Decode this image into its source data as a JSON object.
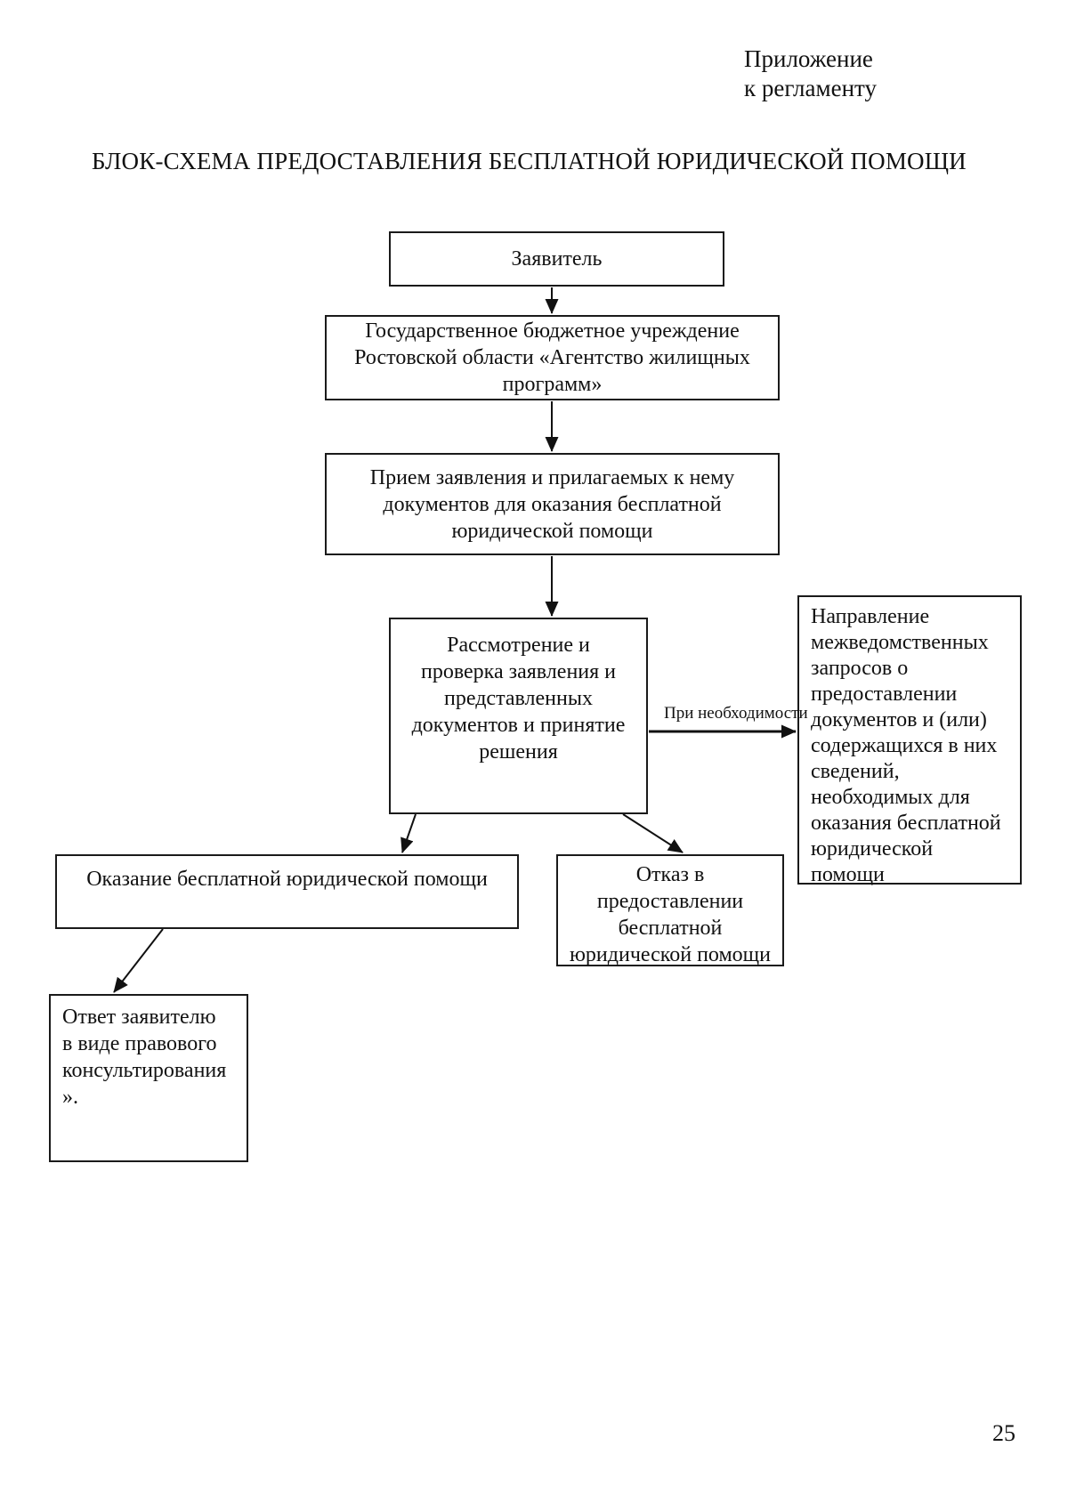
{
  "document": {
    "corner_note": "Приложение\nк регламенту",
    "title": "БЛОК-СХЕМА ПРЕДОСТАВЛЕНИЯ БЕСПЛАТНОЙ ЮРИДИЧЕСКОЙ ПОМОЩИ",
    "page_number": "25"
  },
  "flowchart": {
    "nodes": {
      "applicant": {
        "label": "Заявитель"
      },
      "agency": {
        "label": "Государственное бюджетное учреждение\nРостовской области «Агентство жилищных\nпрограмм»"
      },
      "reception": {
        "label": "Прием заявления и прилагаемых к нему\nдокументов для оказания бесплатной\nюридической помощи"
      },
      "review": {
        "label": "Рассмотрение и\nпроверка заявления и\nпредставленных\nдокументов и принятие\nрешения"
      },
      "interagency_request": {
        "label": "Направление\nмежведомственных\nзапросов о\nпредоставлении\nдокументов и (или)\nсодержащихся в них\nсведений,\nнеобходимых для\nоказания бесплатной\nюридической\nпомощи"
      },
      "assistance": {
        "label": "Оказание бесплатной юридической помощи"
      },
      "refusal": {
        "label": "Отказ в\nпредоставлении\nбесплатной\nюридической помощи"
      },
      "reply": {
        "label": "Ответ заявителю\nв виде правового\nконсультирования\n»."
      }
    },
    "edge_labels": {
      "if_necessary": "При необходимости"
    },
    "colors": {
      "border": "#1a1a1a",
      "text": "#111111",
      "background": "#ffffff"
    }
  }
}
